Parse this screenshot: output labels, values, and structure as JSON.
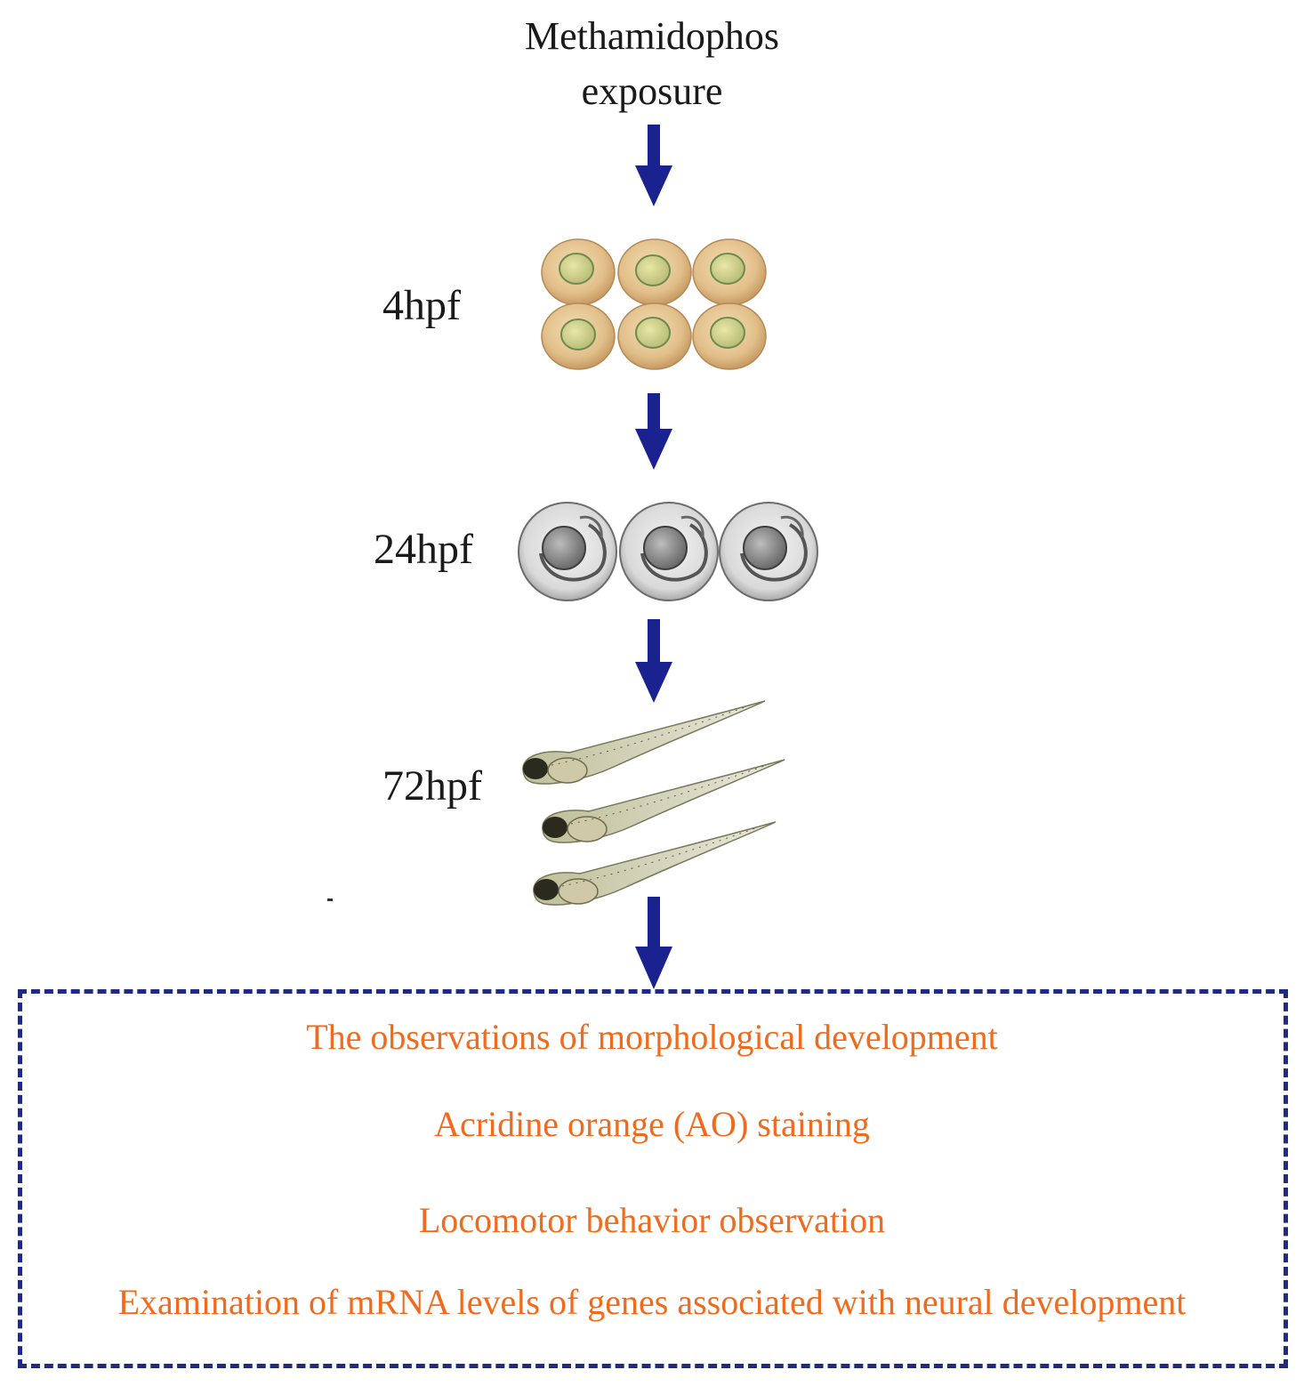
{
  "title_lines": [
    "Methamidophos",
    "exposure"
  ],
  "stages": [
    {
      "label": "4hpf"
    },
    {
      "label": "24hpf"
    },
    {
      "label": "72hpf"
    }
  ],
  "outcomes": [
    "The observations of morphological development",
    "Acridine orange (AO) staining",
    "Locomotor behavior observation",
    "Examination of mRNA levels of  genes associated with neural development"
  ],
  "colors": {
    "arrow": "#1a2290",
    "outcome_text": "#f26a1b",
    "box_border": "#1f2a82",
    "label_text": "#1a1a1a"
  },
  "icons": {
    "embryo_4hpf": "cleavage-egg-icon",
    "embryo_24hpf": "chorion-embryo-icon",
    "larva_72hpf": "zebrafish-larva-icon"
  }
}
